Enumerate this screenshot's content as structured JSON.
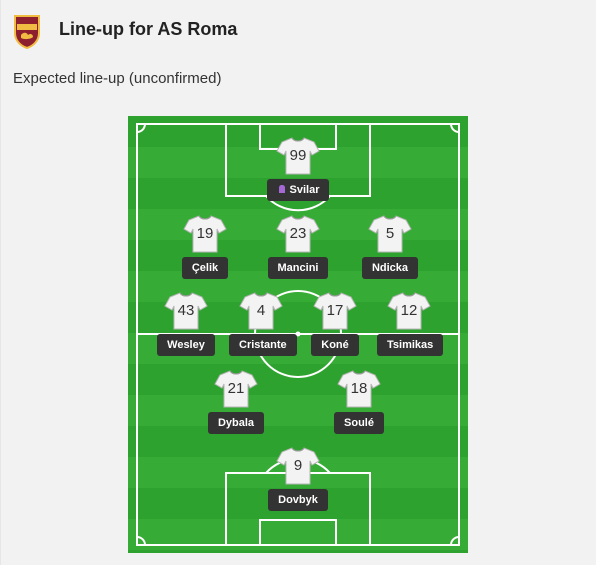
{
  "header": {
    "title": "Line-up for AS Roma",
    "crest_icon": "as-roma-crest-icon"
  },
  "subtitle": "Expected line-up (unconfirmed)",
  "colors": {
    "pitch_dark": "#2ea22e",
    "pitch_light": "#36ac36",
    "name_bg": "#333333",
    "crest": "#8e1f2f",
    "crest_gold": "#f0bc42"
  },
  "players": [
    {
      "number": "99",
      "name": "Svilar",
      "goalkeeper": true
    },
    {
      "number": "19",
      "name": "Çelik"
    },
    {
      "number": "23",
      "name": "Mancini"
    },
    {
      "number": "5",
      "name": "Ndicka"
    },
    {
      "number": "43",
      "name": "Wesley"
    },
    {
      "number": "4",
      "name": "Cristante"
    },
    {
      "number": "17",
      "name": "Koné"
    },
    {
      "number": "12",
      "name": "Tsimikas"
    },
    {
      "number": "21",
      "name": "Dybala"
    },
    {
      "number": "18",
      "name": "Soulé"
    },
    {
      "number": "9",
      "name": "Dovbyk"
    }
  ]
}
